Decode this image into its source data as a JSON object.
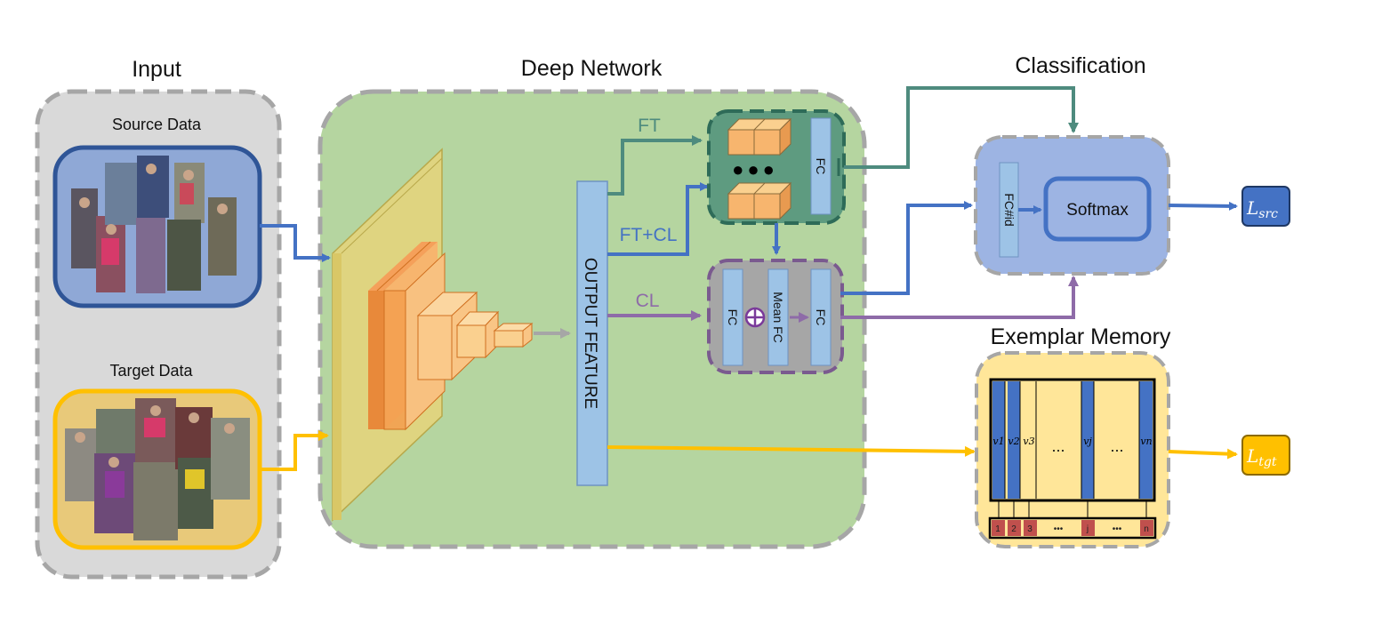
{
  "sections": {
    "input": "Input",
    "deep_network": "Deep Network",
    "classification": "Classification",
    "exemplar_memory": "Exemplar Memory"
  },
  "input": {
    "source_label": "Source Data",
    "target_label": "Target Data"
  },
  "network": {
    "output_feature": "OUTPUT FEATURE",
    "branch_ft": "FT",
    "branch_ftcl": "FT+CL",
    "branch_cl": "CL",
    "fc": "FC",
    "mean_fc": "Mean FC",
    "dots": "●●●"
  },
  "classification": {
    "fc_id": "FC#id",
    "softmax": "Softmax"
  },
  "memory": {
    "slots": [
      "v1",
      "v2",
      "v3",
      "...",
      "vj",
      "...",
      "vn"
    ],
    "indices": [
      "1",
      "2",
      "3",
      "•••",
      "j",
      "•••",
      "n"
    ]
  },
  "losses": {
    "src_main": "L",
    "src_sub": "src",
    "tgt_main": "L",
    "tgt_sub": "tgt"
  },
  "colors": {
    "blue": "#4472C4",
    "yellow": "#FFC000",
    "teal": "#4E8B7E",
    "purple": "#8E6BA8",
    "gray_dash": "#A6A6A6",
    "green_panel": "#B5D5A0",
    "orange": "#F4A460"
  }
}
